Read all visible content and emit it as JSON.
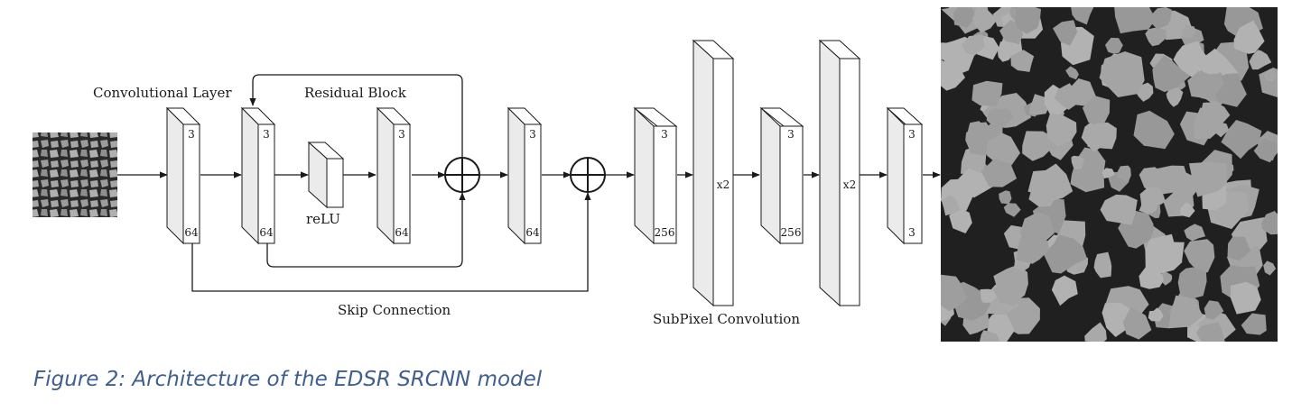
{
  "labels": {
    "conv_layer": "Convolutional Layer",
    "residual_block": "Residual Block",
    "relu": "reLU",
    "skip_connection": "Skip Connection",
    "subpixel": "SubPixel Convolution"
  },
  "blocks": {
    "conv1": {
      "top": "3",
      "bottom": "64"
    },
    "res_conv1": {
      "top": "3",
      "bottom": "64"
    },
    "res_conv2": {
      "top": "3",
      "bottom": "64"
    },
    "conv2": {
      "top": "3",
      "bottom": "64"
    },
    "up_conv1": {
      "top": "3",
      "bottom": "256"
    },
    "shuffle1": {
      "mid": "x2"
    },
    "up_conv2": {
      "top": "3",
      "bottom": "256"
    },
    "shuffle2": {
      "mid": "x2"
    },
    "out_conv": {
      "top": "3",
      "bottom": "3"
    }
  },
  "caption": "Figure 2: Architecture of the EDSR SRCNN model",
  "colors": {
    "block_face": "#ebebeb",
    "line": "#1a1a1a",
    "caption": "#3f5f8f",
    "image_dark": "#1c1c1c",
    "image_grain": "#a9a9a9"
  }
}
